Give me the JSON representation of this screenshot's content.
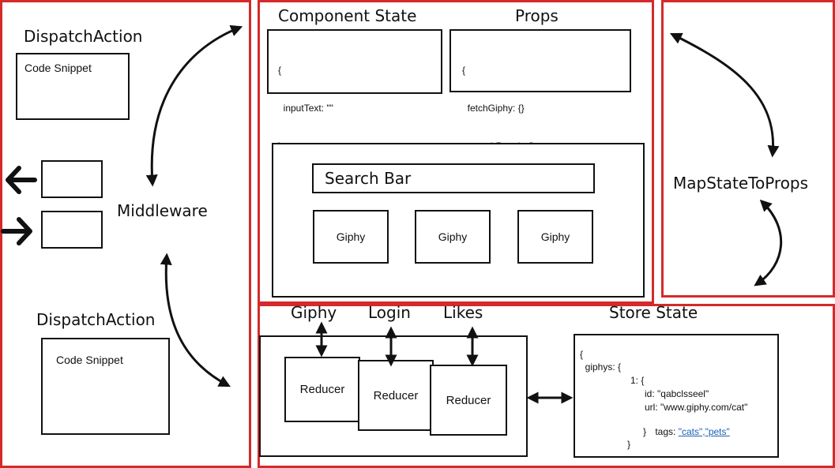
{
  "left_panel": {
    "dispatch_top_label": "DispatchAction",
    "snippet_top_label": "Code Snippet",
    "middleware_label": "Middleware",
    "dispatch_bottom_label": "DispatchAction",
    "snippet_bottom_label": "Code Snippet"
  },
  "component_panel": {
    "state_title": "Component State",
    "props_title": "Props",
    "state_code": [
      "{",
      "  inputText: \"\"",
      "}"
    ],
    "props_code": [
      "{",
      "  fetchGiphy: {}",
      "  searchResult: {}",
      "}"
    ],
    "search_bar_label": "Search Bar",
    "giphy_cards": [
      "Giphy",
      "Giphy",
      "Giphy"
    ]
  },
  "map_panel": {
    "label": "MapStateToProps"
  },
  "store_panel": {
    "reducer_titles": [
      "Giphy",
      "Login",
      "Likes"
    ],
    "reducer_labels": [
      "Reducer",
      "Reducer",
      "Reducer"
    ],
    "store_title": "Store State",
    "store_code": {
      "line1": "{",
      "line2": "  giphys: {",
      "line3": "1: {",
      "line4": "id: \"qabclsseel\"",
      "line5": "url: \"www.giphy.com/cat\"",
      "tags_prefix": "tags: ",
      "tags_value": "\"cats\",\"pets\"",
      "line7": "}",
      "line8": "}"
    }
  },
  "colors": {
    "panel_border": "#d42a2a",
    "ink": "#111111",
    "link": "#1a5fb4"
  }
}
